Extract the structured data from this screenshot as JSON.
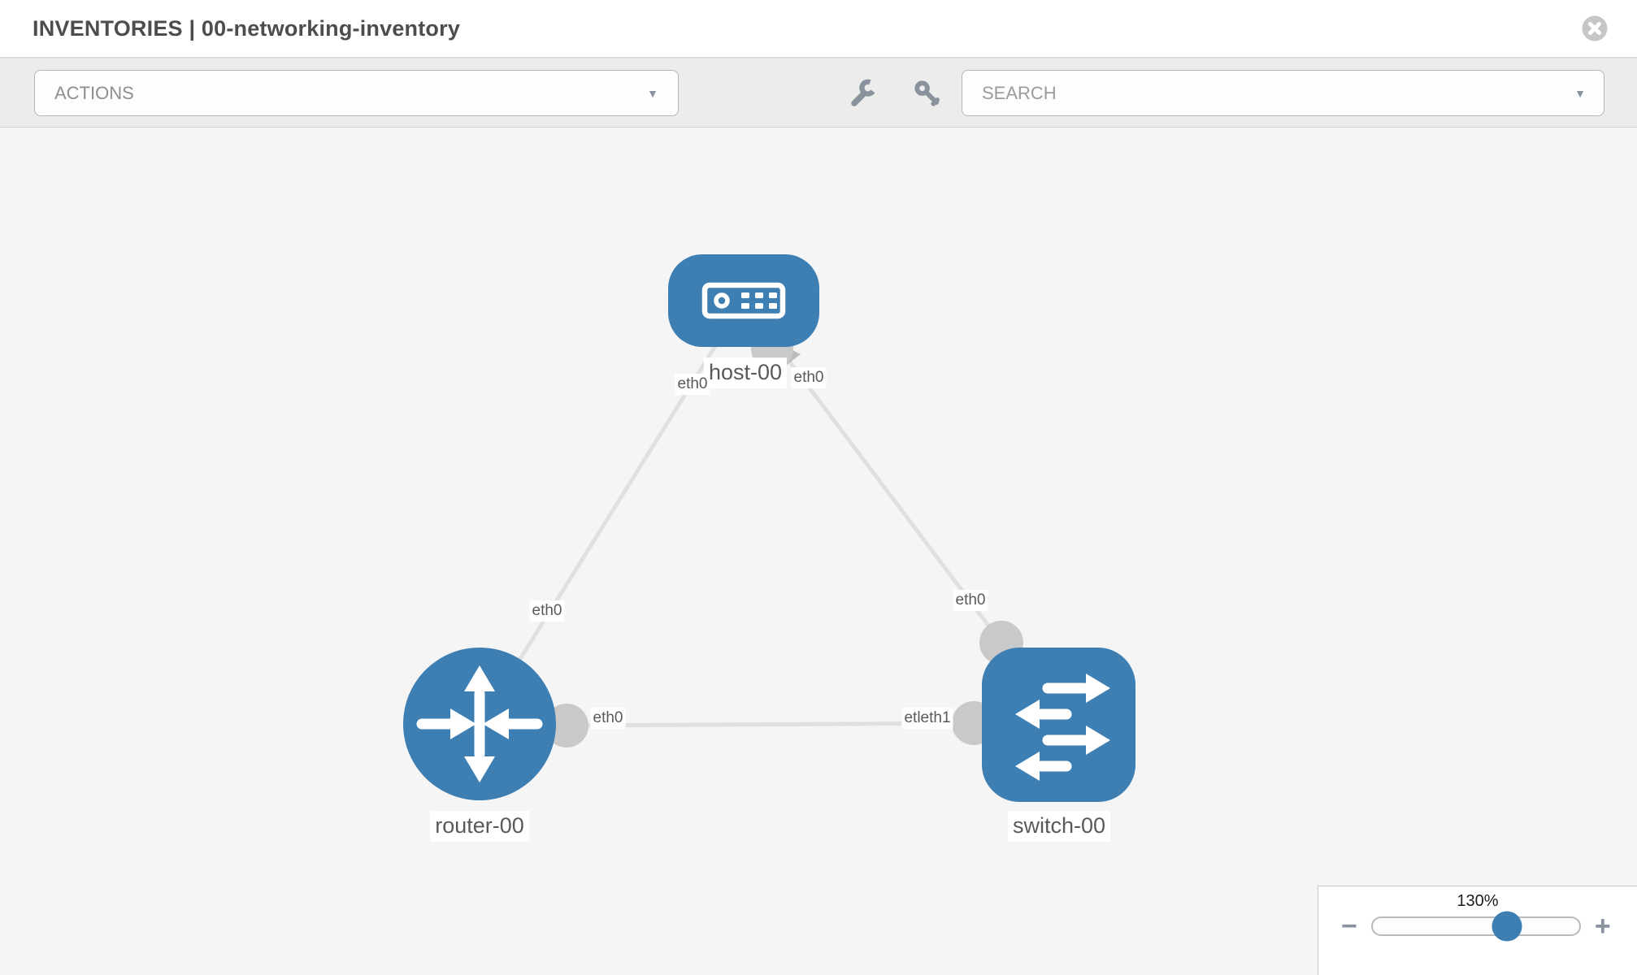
{
  "header": {
    "title": "INVENTORIES | 00-networking-inventory"
  },
  "toolbar": {
    "actions": {
      "label": "ACTIONS"
    },
    "search": {
      "placeholder": "SEARCH"
    }
  },
  "icons": {
    "caret": "▼",
    "wrench": "wrench-icon",
    "key": "key-icon",
    "close": "close-icon"
  },
  "topology": {
    "nodes": [
      {
        "label": "host-00",
        "type": "host"
      },
      {
        "label": "router-00",
        "type": "router"
      },
      {
        "label": "switch-00",
        "type": "switch"
      }
    ],
    "links": [
      {
        "from": "host-00",
        "to": "router-00",
        "from_interface": "eth0",
        "to_interface": "eth0"
      },
      {
        "from": "host-00",
        "to": "switch-00",
        "from_interface": "eth0",
        "to_interface": "eth0"
      },
      {
        "from": "router-00",
        "to": "switch-00",
        "from_interface": "eth0",
        "to_interface": "eth1"
      }
    ],
    "interface_labels": {
      "host_to_router": "eth0",
      "host_to_switch": "eth0",
      "router_to_host": "eth0",
      "switch_to_host": "eth0",
      "router_to_switch": "eth0",
      "switch_to_router": "etleth1"
    }
  },
  "zoom": {
    "level": "130%",
    "minus": "−",
    "plus": "+"
  },
  "colors": {
    "node_blue": "#3d7eb3",
    "link_gray": "#e0e0e0",
    "connector_gray": "#c9c9c9",
    "icon_gray": "#8a929e",
    "canvas_bg": "#f5f5f5"
  }
}
